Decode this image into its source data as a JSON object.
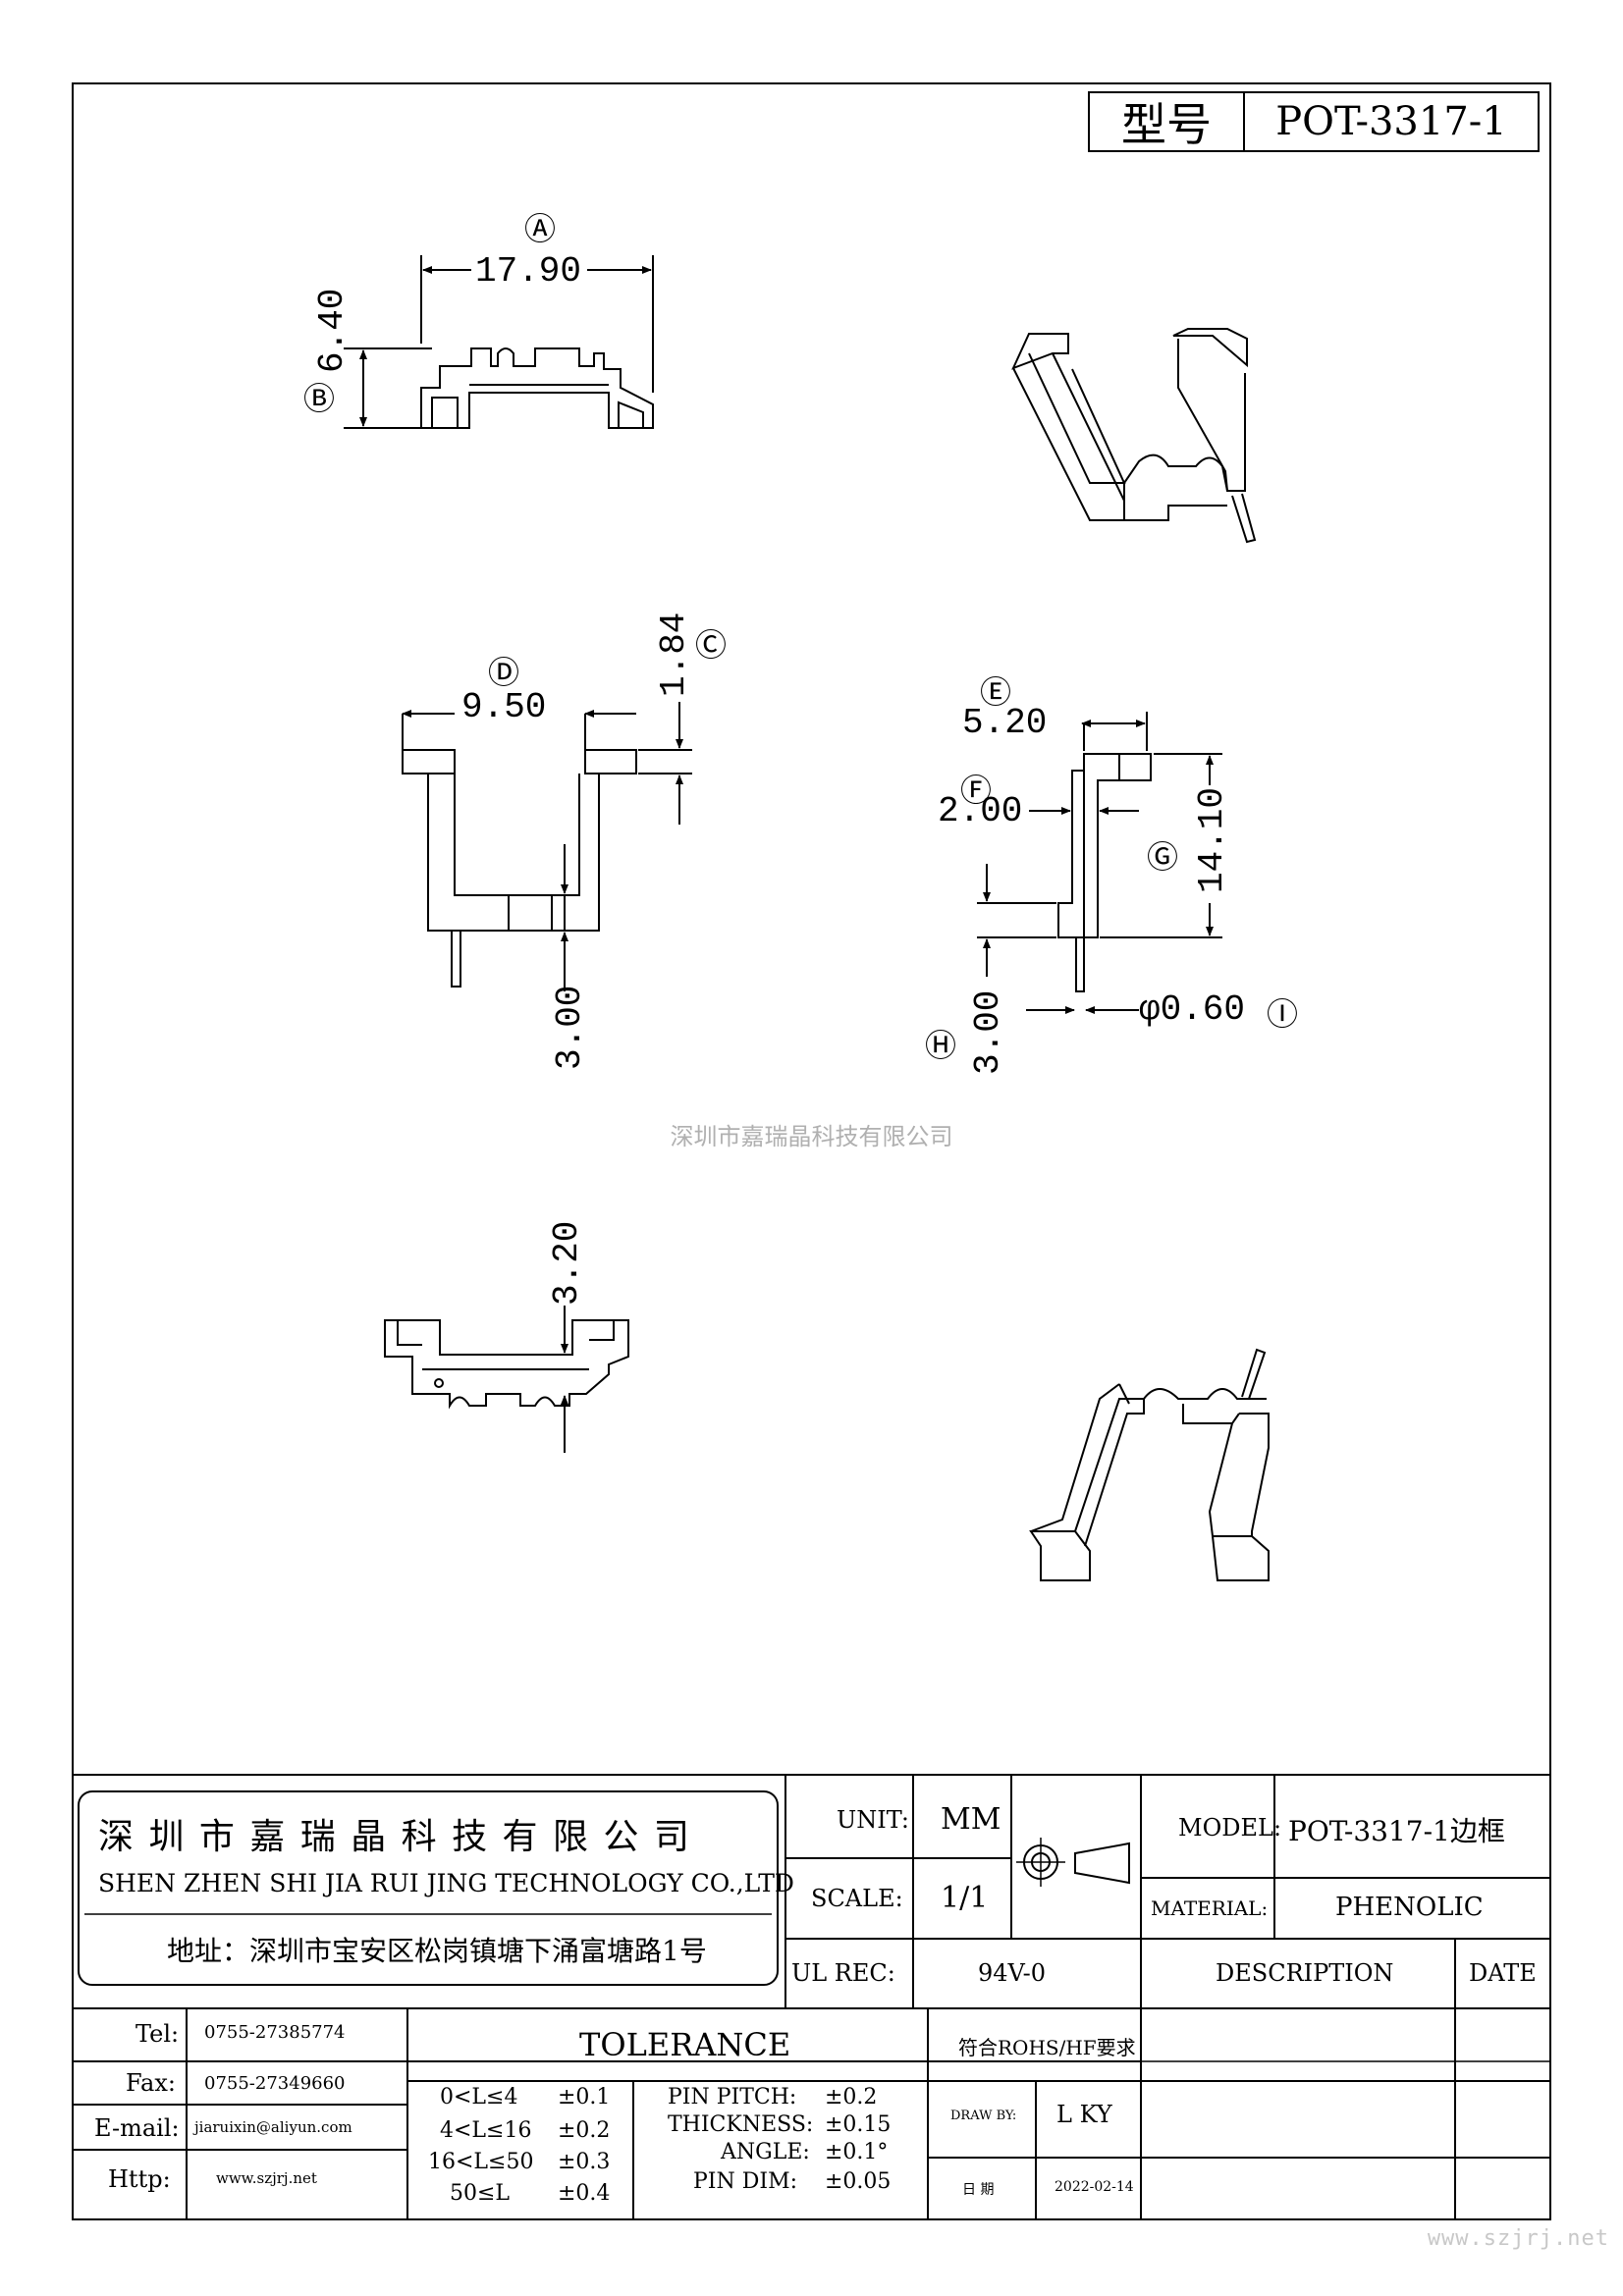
{
  "header": {
    "model_label": "型号",
    "model_value": "POT-3317-1"
  },
  "watermark": "深圳市嘉瑞晶科技有限公司",
  "site_watermark": "www.szjrj.net",
  "dimensions": {
    "A": {
      "tag": "Ⓐ",
      "value": "17.90"
    },
    "B": {
      "tag": "Ⓑ",
      "value": "6.40"
    },
    "C": {
      "tag": "Ⓒ",
      "value": "1.84"
    },
    "D": {
      "tag": "Ⓓ",
      "value": "9.50"
    },
    "D_pin": {
      "value": "3.00"
    },
    "E": {
      "tag": "Ⓔ",
      "value": "5.20"
    },
    "F": {
      "tag": "Ⓕ",
      "value": "2.00"
    },
    "G": {
      "tag": "Ⓖ",
      "value": "14.10"
    },
    "H": {
      "tag": "Ⓗ",
      "value": "3.00"
    },
    "I": {
      "tag": "Ⓘ",
      "value": "φ0.60"
    },
    "bottom": {
      "value": "3.20"
    }
  },
  "title_block": {
    "company_cn": "深 圳 市 嘉 瑞 晶 科 技 有 限 公 司",
    "company_en": "SHEN ZHEN SHI  JIA RUI JING  TECHNOLOGY CO.,LTD",
    "address": "地址：深圳市宝安区松岗镇塘下涌富塘路1号",
    "unit_label": "UNIT:",
    "unit_value": "MM",
    "scale_label": "SCALE:",
    "scale_value": "1/1",
    "ul_label": "UL REC:",
    "ul_value": "94V-0",
    "model_label": "MODEL:",
    "model_value": "POT-3317-1边框",
    "material_label": "MATERIAL:",
    "material_value": "PHENOLIC",
    "description_label": "DESCRIPTION",
    "date_label": "DATE",
    "tel_label": "Tel:",
    "tel_value": "0755-27385774",
    "fax_label": "Fax:",
    "fax_value": "0755-27349660",
    "email_label": "E-mail:",
    "email_value": "jiaruixin@aliyun.com",
    "http_label": "Http:",
    "http_value": "www.szjrj.net",
    "tolerance_title": "TOLERANCE",
    "tolerance_ranges": [
      {
        "range": "0<L≤4",
        "tol": "±0.1"
      },
      {
        "range": "4<L≤16",
        "tol": "±0.2"
      },
      {
        "range": "16<L≤50",
        "tol": "±0.3"
      },
      {
        "range": "50≤L",
        "tol": "±0.4"
      }
    ],
    "tolerance_specs": [
      {
        "name": "PIN PITCH:",
        "tol": "±0.2"
      },
      {
        "name": "THICKNESS:",
        "tol": "±0.15"
      },
      {
        "name": "ANGLE:",
        "tol": "±0.1°"
      },
      {
        "name": "PIN DIM:",
        "tol": "±0.05"
      }
    ],
    "rohs": "符合ROHS/HF要求",
    "draw_by_label": "DRAW BY:",
    "draw_by_value": "L KY",
    "date_cn_label": "日 期",
    "date_value": "2022-02-14"
  }
}
